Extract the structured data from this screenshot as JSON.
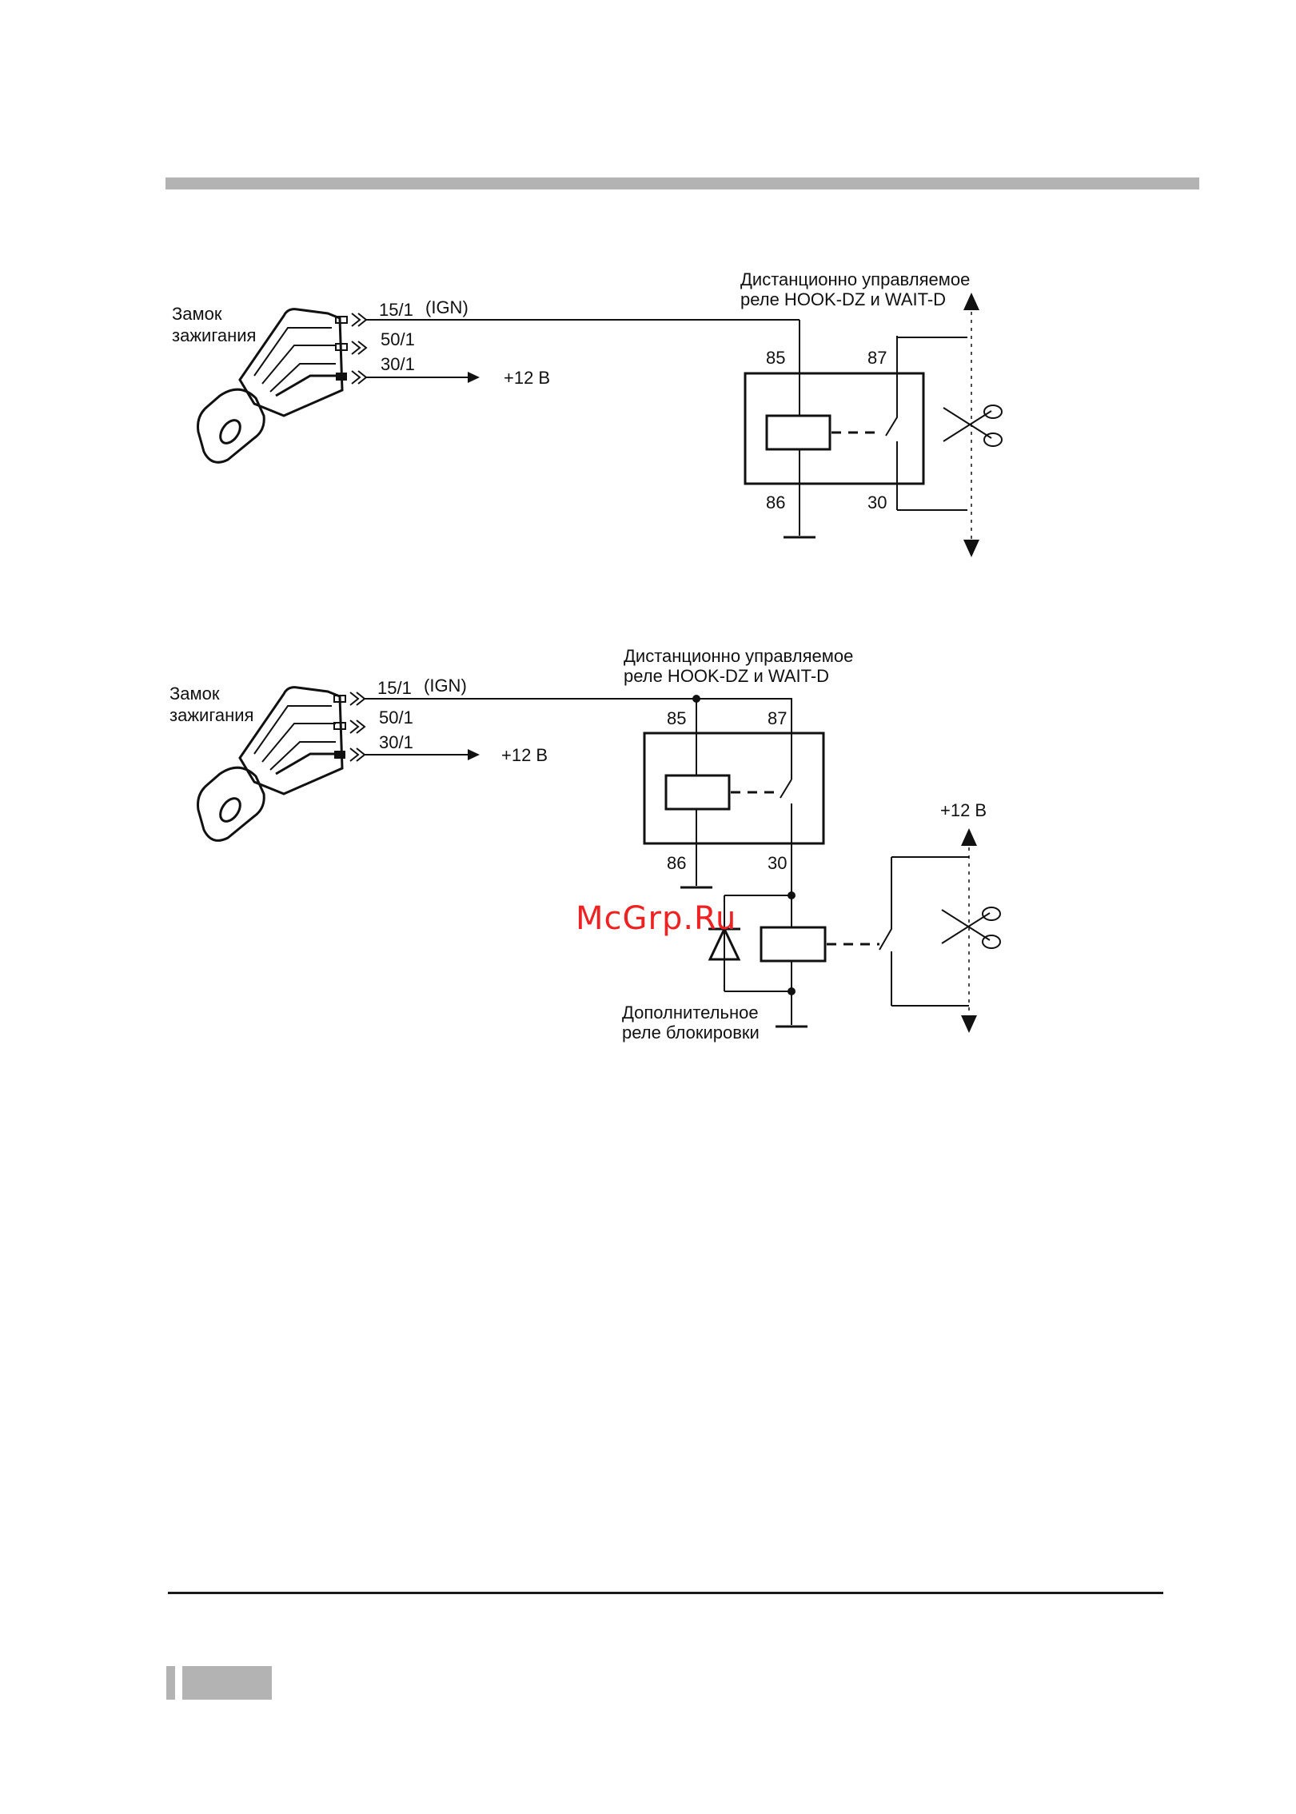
{
  "diagram1": {
    "ignition_label_line1": "Замок",
    "ignition_label_line2": "зажигания",
    "wire_15": "15/1",
    "wire_15_ign": "(IGN)",
    "wire_50": "50/1",
    "wire_30": "30/1",
    "supply": "+12 В",
    "relay_title_line1": "Дистанционно управляемое",
    "relay_title_line2": "реле HOOK-DZ и WAIT-D",
    "pin_85": "85",
    "pin_87": "87",
    "pin_86": "86",
    "pin_30": "30"
  },
  "diagram2": {
    "ignition_label_line1": "Замок",
    "ignition_label_line2": "зажигания",
    "wire_15": "15/1",
    "wire_15_ign": "(IGN)",
    "wire_50": "50/1",
    "wire_30": "30/1",
    "supply": "+12 В",
    "relay_title_line1": "Дистанционно управляемое",
    "relay_title_line2": "реле HOOK-DZ и WAIT-D",
    "pin_85": "85",
    "pin_87": "87",
    "pin_86": "86",
    "pin_30": "30",
    "supply_right": "+12 В",
    "extra_relay_line1": "Дополнительное",
    "extra_relay_line2": "реле блокировки"
  },
  "watermark": "McGrp.Ru",
  "colors": {
    "bar": "#b3b3b3",
    "ink": "#111111",
    "watermark": "#ee2222"
  },
  "icons": [
    "ignition-key-icon",
    "scissors-icon",
    "ground-icon",
    "diode-icon"
  ]
}
